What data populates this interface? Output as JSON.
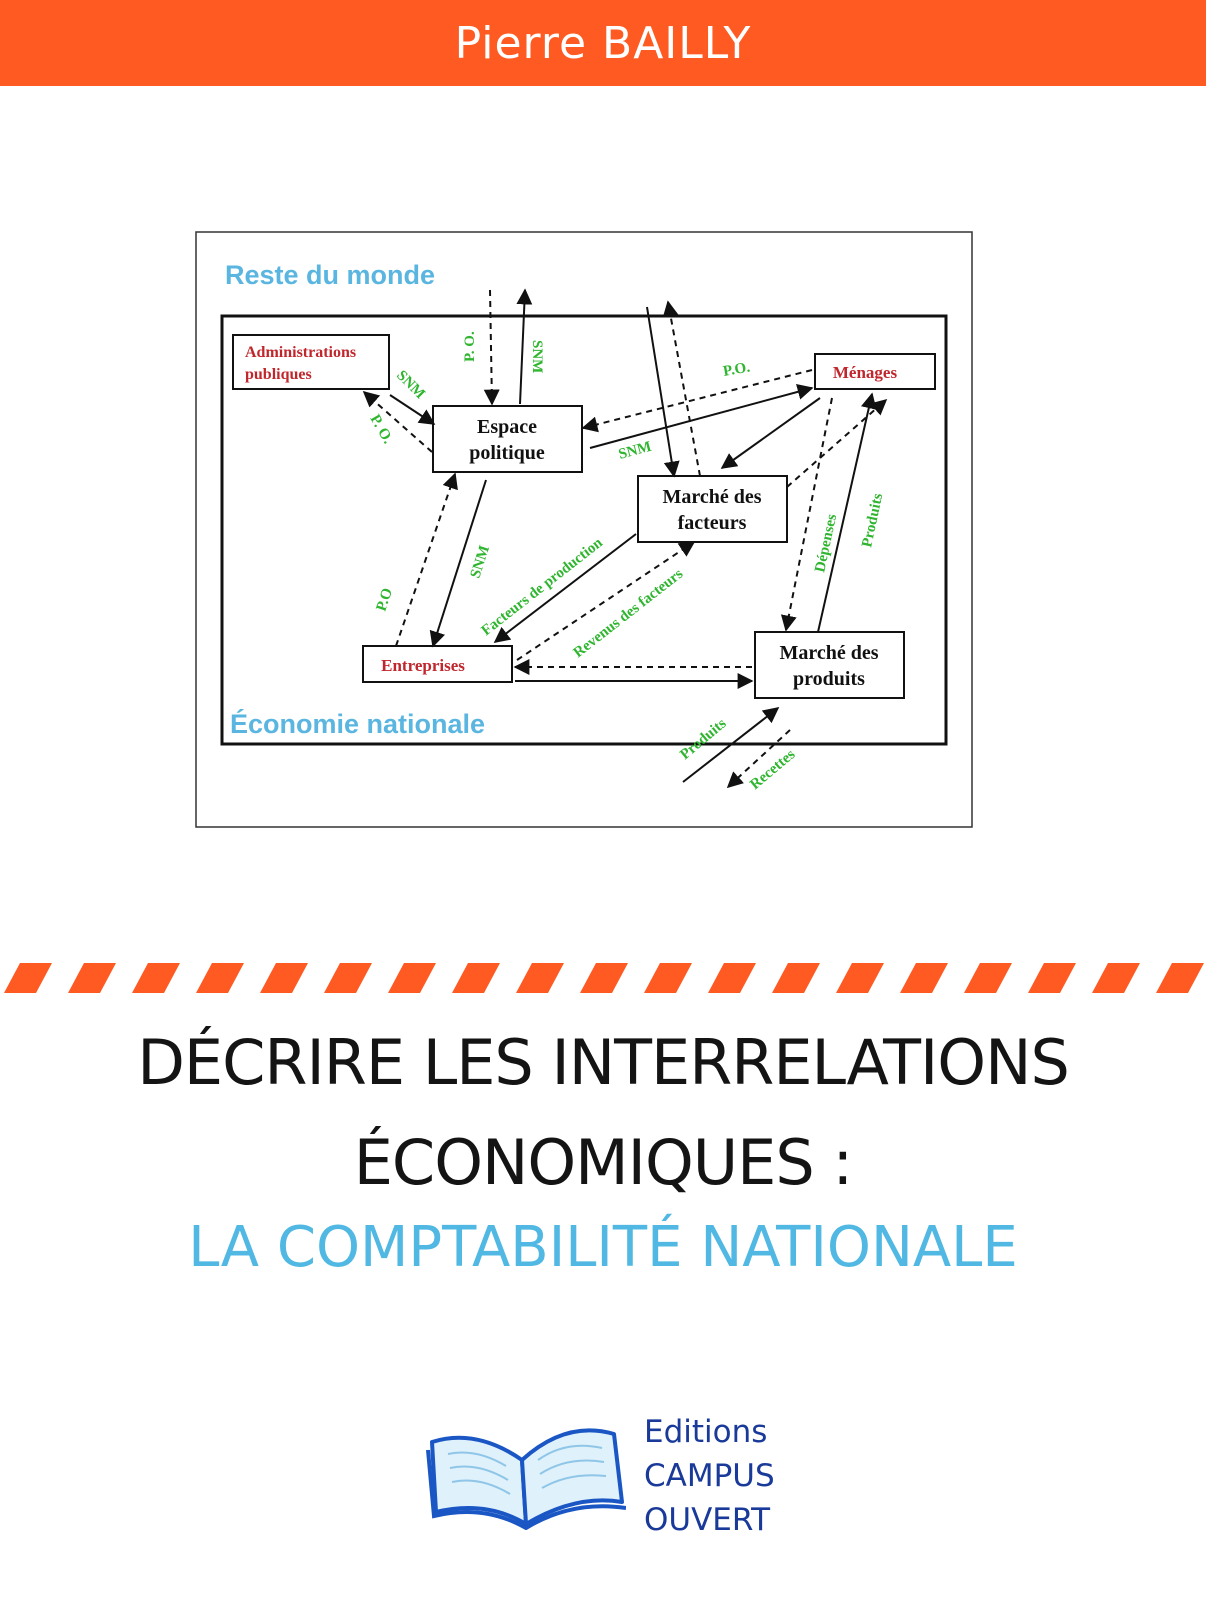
{
  "cover": {
    "author": "Pierre BAILLY",
    "title_line1": "DÉCRIRE LES INTERRELATIONS",
    "title_line2": "ÉCONOMIQUES :",
    "subtitle": "LA COMPTABILITÉ NATIONALE",
    "publisher": {
      "line1": "Editions",
      "line2": "CAMPUS",
      "line3": "OUVERT"
    },
    "colors": {
      "accent": "#fe5a22",
      "blue": "#50b8e2",
      "publisher": "#1a3a9a",
      "flow_label": "#2fb52f",
      "agent_label": "#c0272d"
    }
  },
  "diagram": {
    "outer_label": "Reste du monde",
    "inner_label": "Économie nationale",
    "boxes": {
      "admin_line1": "Administrations",
      "admin_line2": "publiques",
      "espace_line1": "Espace",
      "espace_line2": "politique",
      "menages": "Ménages",
      "facteurs_line1": "Marché des",
      "facteurs_line2": "facteurs",
      "entreprises": "Entreprises",
      "produits_line1": "Marché des",
      "produits_line2": "produits"
    },
    "flows": {
      "po_top": "P. O.",
      "snm_top": "SNM",
      "po_menages": "P.O.",
      "snm_admin": "SNM",
      "po_admin": "P. O.",
      "snm_menages": "SNM",
      "snm_entreprises": "SNM",
      "po_entreprises": "P.O",
      "facteurs_production": "Facteurs de production",
      "revenus_facteurs": "Revenus des facteurs",
      "depenses": "Dépenses",
      "produits_menages": "Produits",
      "produits_rdm": "Produits",
      "recettes": "Recettes"
    }
  }
}
